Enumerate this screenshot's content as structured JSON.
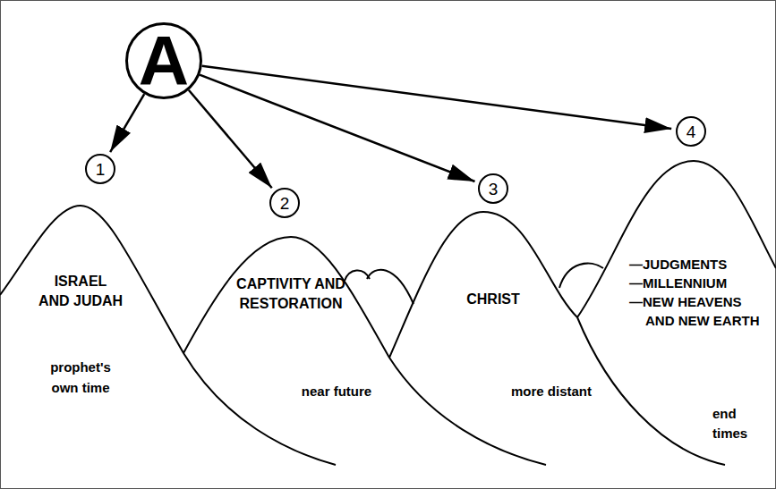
{
  "diagram": {
    "nodes": [
      {
        "text": [
          "A"
        ]
      },
      {
        "text": [
          "1"
        ]
      },
      {
        "text": [
          "2"
        ]
      },
      {
        "text": [
          "3"
        ]
      },
      {
        "text": [
          "4"
        ]
      },
      {
        "text": [
          "ISRAEL AND JUDAH",
          "prophet's own time"
        ]
      },
      {
        "text": [
          "CAPTIVITY AND RESTORATION",
          "near future"
        ]
      },
      {
        "text": [
          "CHRIST",
          "more distant"
        ]
      },
      {
        "text": [
          "—JUDGMENTS",
          "—MILLENNIUM",
          "—NEW HEAVENS AND NEW EARTH",
          "end times"
        ]
      }
    ],
    "edges": [
      {
        "from": 0,
        "to": 1,
        "arrow": "to"
      },
      {
        "from": 0,
        "to": 2,
        "arrow": "to"
      },
      {
        "from": 0,
        "to": 3,
        "arrow": "to"
      },
      {
        "from": 0,
        "to": 4,
        "arrow": "to"
      }
    ]
  }
}
